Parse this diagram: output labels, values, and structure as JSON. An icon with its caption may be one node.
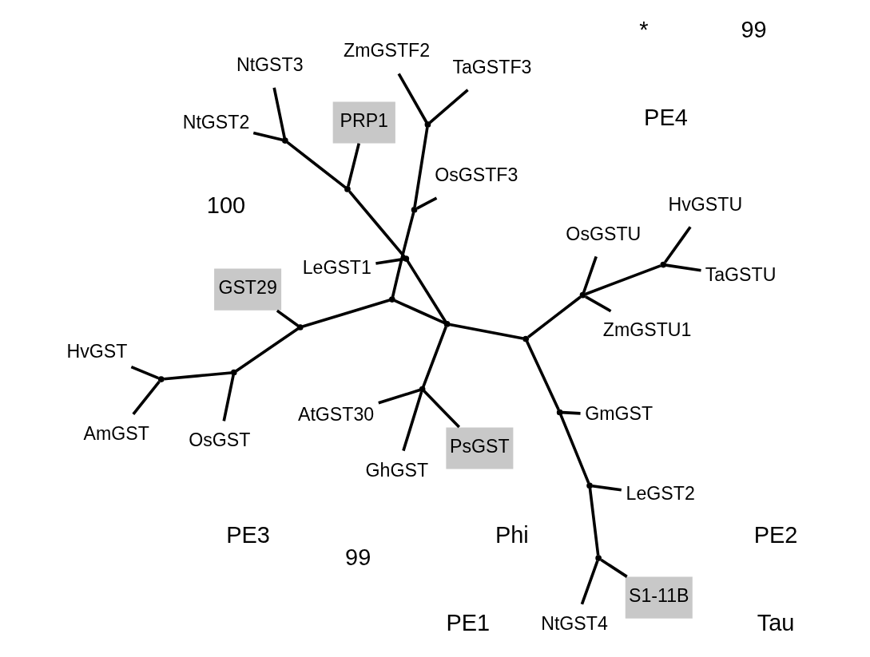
{
  "diagram": {
    "nodes": [
      {
        "text": [
          "TaGSTF3"
        ]
      },
      {
        "text": [
          "OsGSTF3"
        ]
      },
      {
        "text": [
          "ZmGSTF2"
        ]
      },
      {
        "text": [
          "GST29"
        ]
      },
      {
        "text": [
          "OsGST"
        ]
      },
      {
        "text": [
          "HvGST"
        ]
      },
      {
        "text": [
          "AmGST"
        ]
      },
      {
        "text": [
          "PsGST"
        ]
      },
      {
        "text": [
          "AtGST30"
        ]
      },
      {
        "text": [
          "GhGST"
        ]
      },
      {
        "text": [
          "S1-11B"
        ]
      },
      {
        "text": [
          "NtGST4"
        ]
      },
      {
        "text": [
          "LeGST2"
        ]
      },
      {
        "text": [
          "GmGST"
        ]
      },
      {
        "text": [
          "HvGSTU"
        ]
      },
      {
        "text": [
          "TaGSTU"
        ]
      },
      {
        "text": [
          "ZmGSTU1"
        ]
      },
      {
        "text": [
          "OsGSTU"
        ]
      },
      {
        "text": [
          "LeGST1"
        ]
      },
      {
        "text": [
          "PRP1"
        ]
      },
      {
        "text": [
          "NtGST3"
        ]
      },
      {
        "text": [
          "NtGST2"
        ]
      },
      {
        "text": [],
        "shape": "point"
      },
      {
        "text": [],
        "shape": "point"
      },
      {
        "text": [],
        "shape": "point"
      },
      {
        "text": [],
        "shape": "point"
      },
      {
        "text": [],
        "shape": "point"
      },
      {
        "text": [],
        "shape": "point"
      },
      {
        "text": [],
        "shape": "point"
      },
      {
        "text": [],
        "shape": "point"
      },
      {
        "text": [],
        "shape": "point"
      },
      {
        "text": [],
        "shape": "point"
      },
      {
        "text": [],
        "shape": "point"
      },
      {
        "text": [],
        "shape": "point"
      },
      {
        "text": [],
        "shape": "point"
      },
      {
        "text": [],
        "shape": "point"
      },
      {
        "text": [],
        "shape": "point"
      },
      {
        "text": [],
        "shape": "point"
      },
      {
        "text": [],
        "shape": "point"
      }
    ],
    "edges": [
      {
        "from": 22,
        "to": 23,
        "arrow": "none"
      },
      {
        "from": 23,
        "to": 1,
        "arrow": "none"
      },
      {
        "from": 23,
        "to": 24,
        "arrow": "none"
      },
      {
        "from": 24,
        "to": 0,
        "arrow": "none"
      },
      {
        "from": 24,
        "to": 2,
        "arrow": "none"
      },
      {
        "from": 22,
        "to": 25,
        "arrow": "none"
      },
      {
        "from": 25,
        "to": 3,
        "arrow": "none"
      },
      {
        "from": 25,
        "to": 26,
        "arrow": "none"
      },
      {
        "from": 26,
        "to": 4,
        "arrow": "none"
      },
      {
        "from": 26,
        "to": 27,
        "arrow": "none"
      },
      {
        "from": 27,
        "to": 5,
        "arrow": "none"
      },
      {
        "from": 27,
        "to": 6,
        "arrow": "none"
      },
      {
        "from": 22,
        "to": 28,
        "arrow": "none"
      },
      {
        "from": 28,
        "to": 29,
        "arrow": "none"
      },
      {
        "from": 29,
        "to": 7,
        "arrow": "none"
      },
      {
        "from": 29,
        "to": 8,
        "arrow": "none"
      },
      {
        "from": 29,
        "to": 9,
        "arrow": "none"
      },
      {
        "from": 28,
        "to": 30,
        "arrow": "none"
      },
      {
        "from": 30,
        "to": 31,
        "arrow": "none"
      },
      {
        "from": 31,
        "to": 13,
        "arrow": "none"
      },
      {
        "from": 31,
        "to": 32,
        "arrow": "none"
      },
      {
        "from": 32,
        "to": 12,
        "arrow": "none"
      },
      {
        "from": 32,
        "to": 33,
        "arrow": "none"
      },
      {
        "from": 33,
        "to": 10,
        "arrow": "none"
      },
      {
        "from": 33,
        "to": 11,
        "arrow": "none"
      },
      {
        "from": 30,
        "to": 34,
        "arrow": "none"
      },
      {
        "from": 34,
        "to": 17,
        "arrow": "none"
      },
      {
        "from": 34,
        "to": 16,
        "arrow": "none"
      },
      {
        "from": 34,
        "to": 35,
        "arrow": "none"
      },
      {
        "from": 35,
        "to": 14,
        "arrow": "none"
      },
      {
        "from": 35,
        "to": 15,
        "arrow": "none"
      },
      {
        "from": 28,
        "to": 36,
        "arrow": "none"
      },
      {
        "from": 36,
        "to": 18,
        "arrow": "none"
      },
      {
        "from": 36,
        "to": 37,
        "arrow": "none"
      },
      {
        "from": 37,
        "to": 19,
        "arrow": "none"
      },
      {
        "from": 37,
        "to": 38,
        "arrow": "none"
      },
      {
        "from": 38,
        "to": 20,
        "arrow": "none"
      },
      {
        "from": 38,
        "to": 21,
        "arrow": "none"
      }
    ],
    "labels": [
      "PE4",
      "Phi",
      "PE3",
      "100",
      "99",
      "99",
      "*",
      "PE1",
      "Tau",
      "PE2"
    ]
  }
}
